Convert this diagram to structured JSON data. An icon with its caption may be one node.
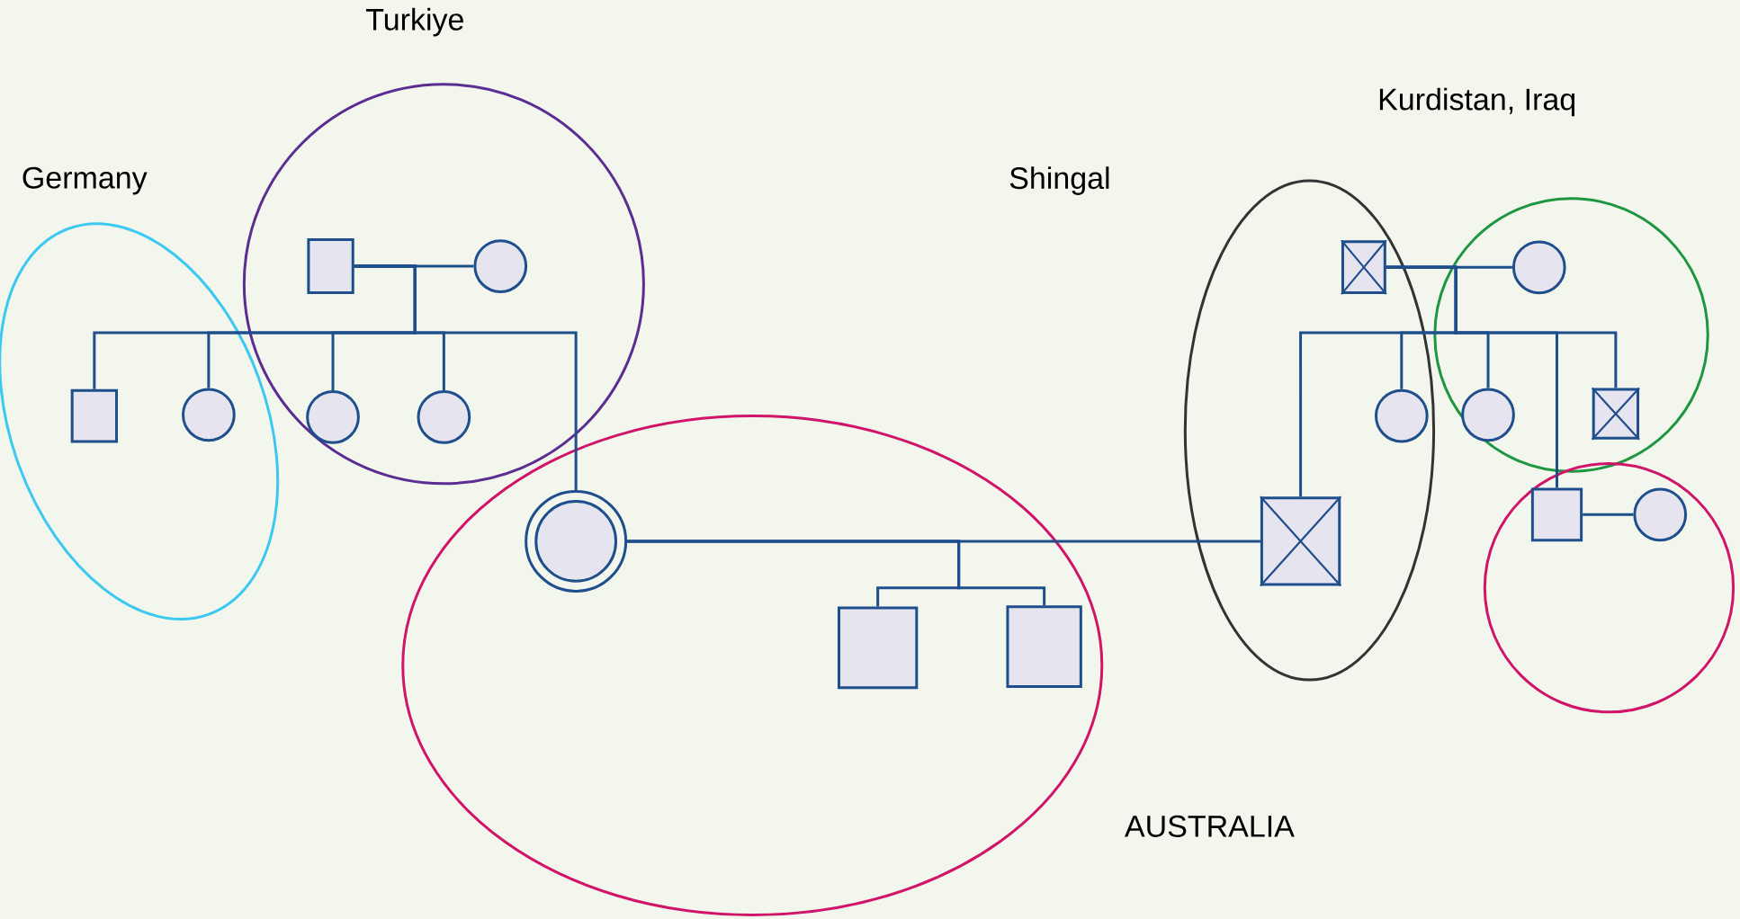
{
  "diagram": {
    "nodes": [
      {
        "text": [
          "Turkiye"
        ]
      },
      {
        "text": [
          "Germany"
        ]
      },
      {
        "text": [
          "Shingal"
        ]
      },
      {
        "text": [
          "Kurdistan, Iraq"
        ]
      },
      {
        "text": [],
        "shape": "circle"
      },
      {
        "text": [
          "AUSTRALIA"
        ]
      },
      {
        "text": [],
        "shape": "box",
        "in": 0
      },
      {
        "text": [],
        "shape": "circle",
        "in": 0
      },
      {
        "text": [],
        "shape": "box",
        "in": 1
      },
      {
        "text": [],
        "shape": "circle",
        "in": 1
      },
      {
        "text": [],
        "shape": "circle",
        "in": 0
      },
      {
        "text": [],
        "shape": "circle",
        "in": 0
      },
      {
        "text": [],
        "shape": "circle",
        "in": 5
      },
      {
        "text": [],
        "shape": "box",
        "in": 2
      },
      {
        "text": [],
        "shape": "circle",
        "in": 3
      },
      {
        "text": [],
        "shape": "box",
        "in": 2
      },
      {
        "text": [],
        "shape": "circle",
        "in": 2
      },
      {
        "text": [],
        "shape": "circle",
        "in": 3
      },
      {
        "text": [],
        "shape": "box",
        "in": 3
      },
      {
        "text": [],
        "shape": "box",
        "in": 4
      },
      {
        "text": [],
        "shape": "circle",
        "in": 4
      },
      {
        "text": [],
        "shape": "box",
        "in": 5
      },
      {
        "text": [],
        "shape": "box",
        "in": 5
      }
    ],
    "edges": [
      {
        "from": 6,
        "to": 7,
        "arrow": "none"
      },
      {
        "from": 6,
        "to": 8,
        "arrow": "none"
      },
      {
        "from": 6,
        "to": 9,
        "arrow": "none"
      },
      {
        "from": 6,
        "to": 10,
        "arrow": "none"
      },
      {
        "from": 6,
        "to": 11,
        "arrow": "none"
      },
      {
        "from": 6,
        "to": 12,
        "arrow": "none"
      },
      {
        "from": 12,
        "to": 15,
        "arrow": "none"
      },
      {
        "from": 12,
        "to": 21,
        "arrow": "none"
      },
      {
        "from": 12,
        "to": 22,
        "arrow": "none"
      },
      {
        "from": 13,
        "to": 14,
        "arrow": "none"
      },
      {
        "from": 13,
        "to": 15,
        "arrow": "none"
      },
      {
        "from": 13,
        "to": 16,
        "arrow": "none"
      },
      {
        "from": 13,
        "to": 17,
        "arrow": "none"
      },
      {
        "from": 13,
        "to": 18,
        "arrow": "none"
      },
      {
        "from": 13,
        "to": 19,
        "arrow": "none"
      },
      {
        "from": 19,
        "to": 20,
        "arrow": "none"
      }
    ]
  }
}
